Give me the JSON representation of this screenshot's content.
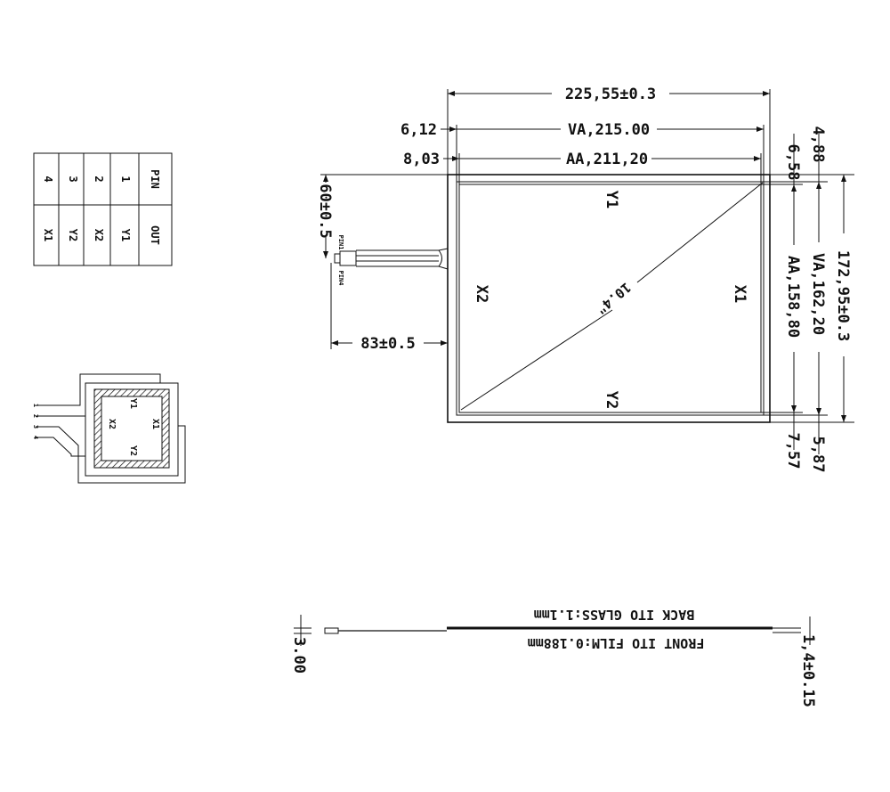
{
  "dimensions": {
    "overall_width": "225,55±0.3",
    "va_width": "VA,215.00",
    "aa_width": "AA,211,20",
    "left_va_offset": "6,12",
    "left_aa_offset": "8,03",
    "overall_height": "172,95±0.3",
    "va_height": "VA,162,20",
    "aa_height": "AA,158,80",
    "top_va_offset": "4,88",
    "top_aa_offset": "6,58",
    "bottom_va_offset": "5,87",
    "bottom_aa_offset": "7,57",
    "tail_position": "60±0.5",
    "tail_length": "83±0.5",
    "diagonal": "10.4\""
  },
  "panel_labels": {
    "y1": "Y1",
    "y2": "Y2",
    "x1": "X1",
    "x2": "X2",
    "pin1": "PIN1",
    "pin4": "PIN4"
  },
  "pin_table": {
    "header_pin": "PIN",
    "header_out": "OUT",
    "rows": [
      {
        "pin": "1",
        "out": "Y1"
      },
      {
        "pin": "2",
        "out": "X2"
      },
      {
        "pin": "3",
        "out": "Y2"
      },
      {
        "pin": "4",
        "out": "X1"
      }
    ]
  },
  "schematic": {
    "pins": [
      "1",
      "2",
      "3",
      "4"
    ],
    "y1": "Y1",
    "y2": "Y2",
    "x1": "X1",
    "x2": "X2"
  },
  "side_view": {
    "back_glass": "BACK ITO GLASS:1.1mm",
    "front_film": "FRONT ITO FILM:0.188mm",
    "thickness": "1,4±0.15",
    "tail_thickness": "3.00"
  }
}
